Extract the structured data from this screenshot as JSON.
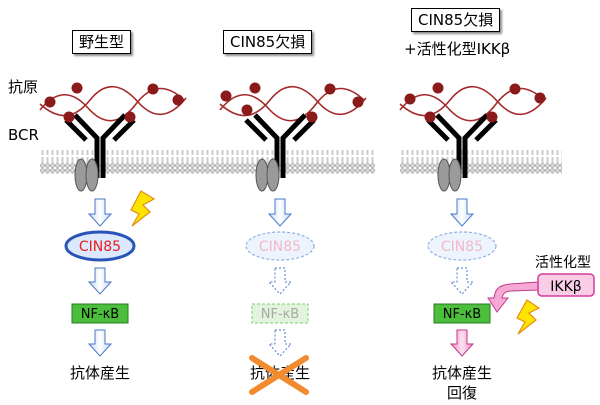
{
  "panels": [
    {
      "title": "野生型",
      "subtitle": "",
      "outcome": [
        "抗体産生"
      ]
    },
    {
      "title": "CIN85欠損",
      "subtitle": "",
      "outcome": [
        "抗体産生"
      ]
    },
    {
      "title": "CIN85欠損",
      "subtitle": "+活性化型IKKβ",
      "outcome": [
        "抗体産生",
        "回復"
      ]
    }
  ],
  "labels": {
    "antigen": "抗原",
    "bcr": "BCR",
    "cin85": "CIN85",
    "nfkb": "NF-κB",
    "active_type": "活性化型",
    "ikkb": "IKKβ"
  },
  "colors": {
    "antigen_strand": "#a52a2a",
    "antigen_dot": "#8b1a1a",
    "cin85_fill": "#dce8fb",
    "cin85_border": "#2a55b8",
    "cin85_text": "#e8201f",
    "nfkb_fill": "#4bbf3c",
    "ikkb_fill": "#f9cde6",
    "ikkb_border": "#d43c9c",
    "block_x": "#f28a2e",
    "lightning": "#ffe400"
  }
}
